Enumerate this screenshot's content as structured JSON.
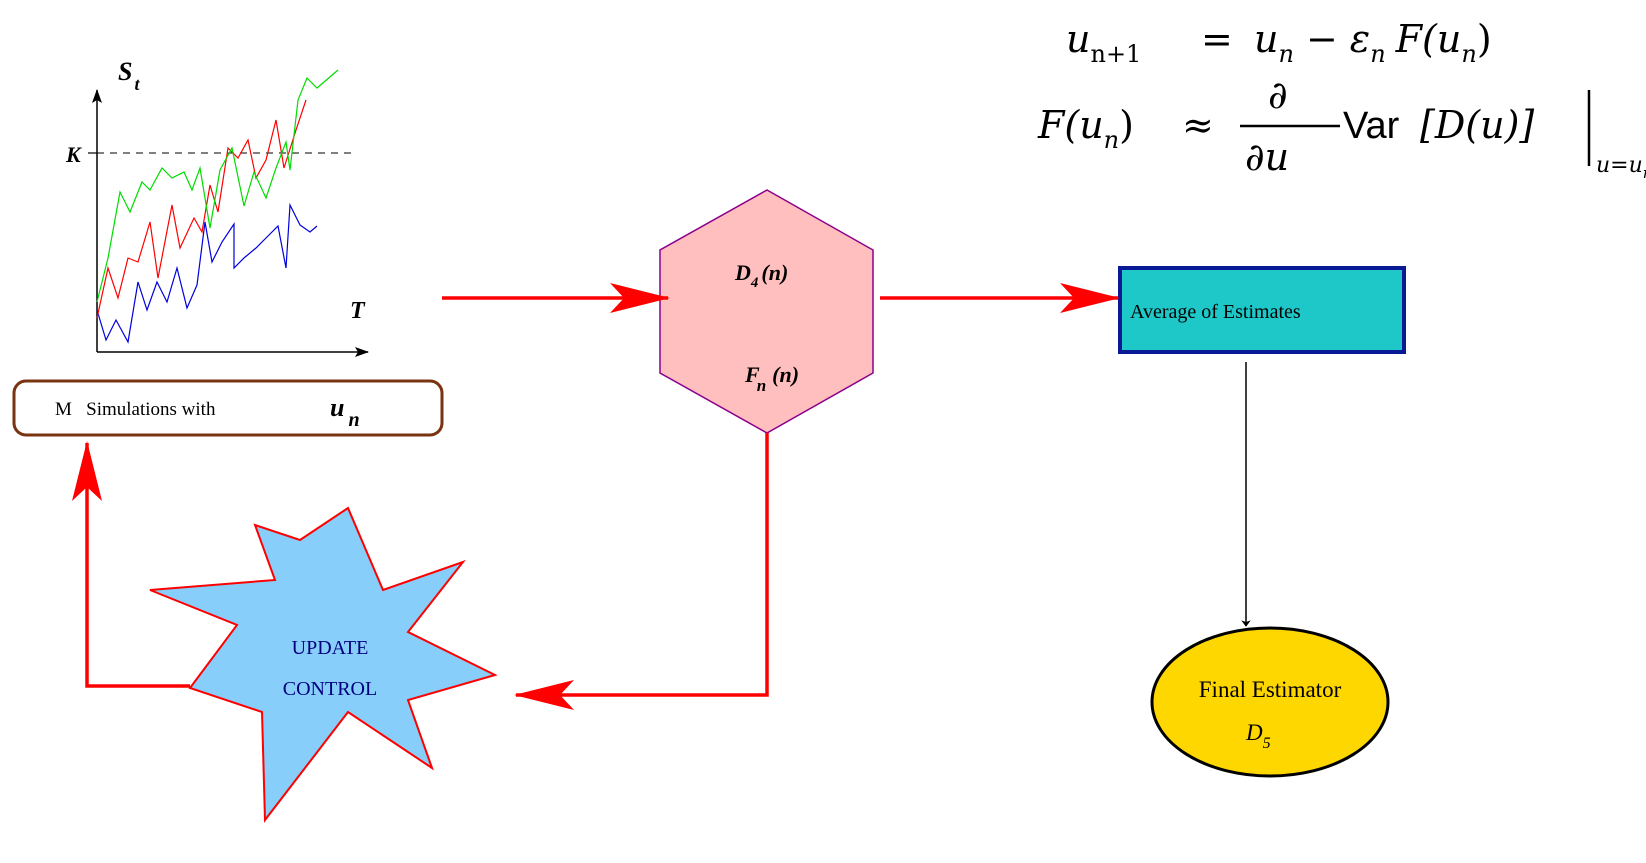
{
  "colors": {
    "arrow_red": "#ff0000",
    "hexagon_fill": "#ffbfbf",
    "hexagon_stroke": "#8b008b",
    "average_box_fill": "#1ec8c8",
    "average_box_stroke": "#0a1a96",
    "star_fill": "#87cefa",
    "star_stroke": "#ff0000",
    "star_text": "#000080",
    "final_fill": "#ffd700",
    "sim_box_stroke": "#7a3310",
    "path_green": "#00dd00",
    "path_red": "#ff0000",
    "path_blue": "#0000dd"
  },
  "formula": {
    "line1_lhs": "u",
    "line1_lhs_sub": "n+1",
    "line1_op": "=",
    "line1_rhs_u": "u",
    "line1_rhs_u_sub": "n",
    "line1_minus": "−",
    "line1_eps": "ε",
    "line1_eps_sub": "n",
    "line1_F": "F(u",
    "line1_F_sub": "n",
    "line1_close": ")",
    "line2_lhs": "F(u",
    "line2_lhs_sub": "n",
    "line2_lhs_close": ")",
    "line2_op": "≈",
    "frac_num": "∂",
    "frac_den": "∂u",
    "var_word": "Var",
    "var_arg": "[D(u)]",
    "eval_sub": "u=u",
    "eval_sub_n": "n"
  },
  "plot": {
    "y_label": "S",
    "y_label_sub": "t",
    "strike_label": "K",
    "x_label": "T"
  },
  "simulations_box": {
    "label": "M   Simulations with",
    "var": "u",
    "var_sub": "n"
  },
  "hexagon": {
    "top_label": "D",
    "top_sub": "4",
    "top_arg": "(n)",
    "bottom_label": "F",
    "bottom_sub": "n",
    "bottom_arg": "(n)"
  },
  "average_box": {
    "label": "Average of Estimates"
  },
  "update_star": {
    "line1": "UPDATE",
    "line2": "CONTROL"
  },
  "final_estimator": {
    "line1": "Final Estimator",
    "symbol": "D",
    "symbol_sub": "5"
  }
}
